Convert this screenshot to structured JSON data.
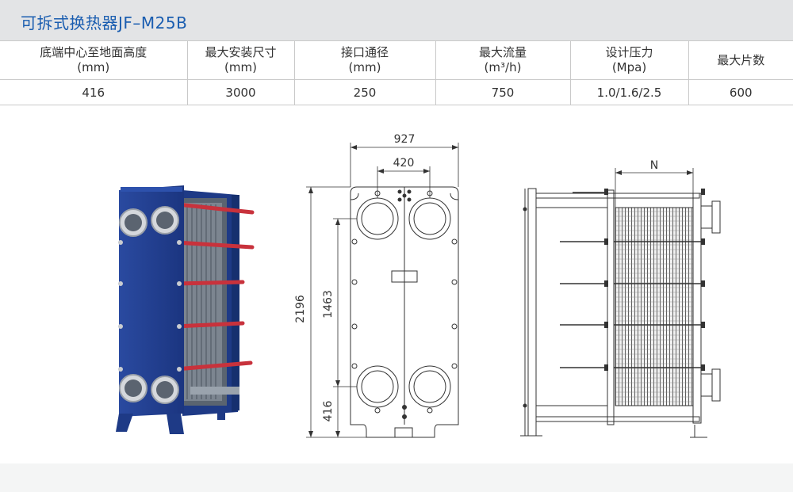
{
  "title": "可拆式换热器JF–M25B",
  "table": {
    "headers": [
      {
        "label": "底端中心至地面高度",
        "unit": "(mm)"
      },
      {
        "label": "最大安装尺寸",
        "unit": "(mm)"
      },
      {
        "label": "接口通径",
        "unit": "(mm)"
      },
      {
        "label": "最大流量",
        "unit": "(m³/h)"
      },
      {
        "label": "设计压力",
        "unit": "(Mpa)"
      },
      {
        "label": "最大片数",
        "unit": ""
      }
    ],
    "values": [
      "416",
      "3000",
      "250",
      "750",
      "1.0/1.6/2.5",
      "600"
    ]
  },
  "drawing": {
    "dim_width": "927",
    "dim_port_spacing": "420",
    "dim_total_height": "2196",
    "dim_port_height": "1463",
    "dim_bottom_height": "416",
    "dim_n": "N"
  },
  "colors": {
    "title": "#1a5db0",
    "frame_blue": "#1f3f8f",
    "rod_red": "#c8323c"
  }
}
